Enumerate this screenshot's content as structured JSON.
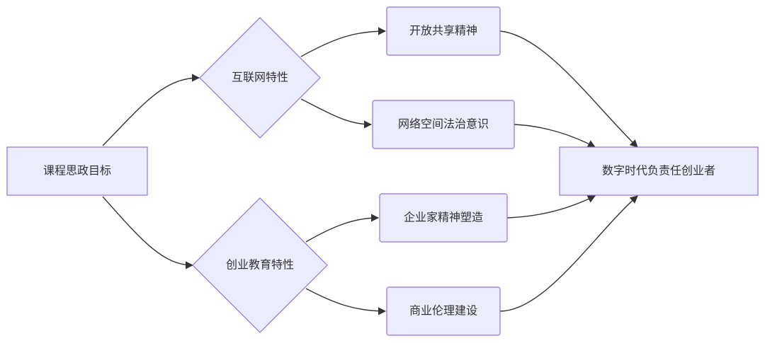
{
  "diagram": {
    "type": "flowchart",
    "direction": "left-to-right",
    "nodes": {
      "course_goal": {
        "label": "课程思政目标",
        "shape": "rect"
      },
      "internet": {
        "label": "互联网特性",
        "shape": "diamond"
      },
      "entre_edu": {
        "label": "创业教育特性",
        "shape": "diamond"
      },
      "open_share": {
        "label": "开放共享精神",
        "shape": "rect"
      },
      "cyber_law": {
        "label": "网络空间法治意识",
        "shape": "rect"
      },
      "entre_spirit": {
        "label": "企业家精神塑造",
        "shape": "rect"
      },
      "biz_ethics": {
        "label": "商业伦理建设",
        "shape": "rect"
      },
      "digital_entre": {
        "label": "数字时代负责任创业者",
        "shape": "rect"
      }
    },
    "edges": [
      {
        "from": "course_goal",
        "to": "internet"
      },
      {
        "from": "course_goal",
        "to": "entre_edu"
      },
      {
        "from": "internet",
        "to": "open_share"
      },
      {
        "from": "internet",
        "to": "cyber_law"
      },
      {
        "from": "entre_edu",
        "to": "entre_spirit"
      },
      {
        "from": "entre_edu",
        "to": "biz_ethics"
      },
      {
        "from": "open_share",
        "to": "digital_entre"
      },
      {
        "from": "cyber_law",
        "to": "digital_entre"
      },
      {
        "from": "entre_spirit",
        "to": "digital_entre"
      },
      {
        "from": "biz_ethics",
        "to": "digital_entre"
      }
    ],
    "colors": {
      "node_fill": "#ececff",
      "node_stroke": "#9370db",
      "edge": "#333333",
      "text": "#333333"
    }
  }
}
